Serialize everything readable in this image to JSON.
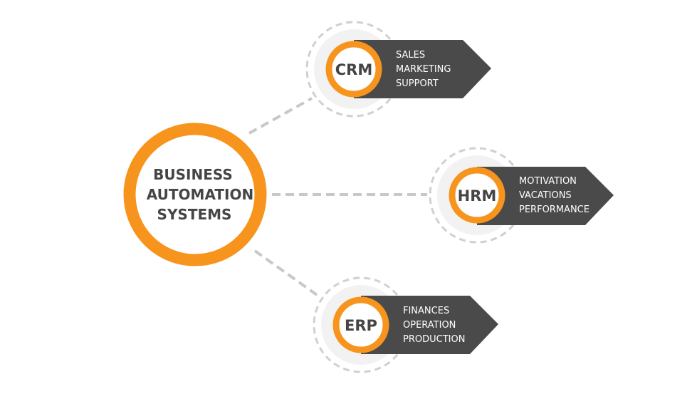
{
  "hub": {
    "lines": [
      "BUSINESS",
      "AUTOMATION",
      "SYSTEMS"
    ]
  },
  "nodes": [
    {
      "label": "CRM",
      "items": [
        "SALES",
        "MARKETING",
        "SUPPORT"
      ]
    },
    {
      "label": "HRM",
      "items": [
        "MOTIVATION",
        "VACATIONS",
        "PERFORMANCE"
      ]
    },
    {
      "label": "ERP",
      "items": [
        "FINANCES",
        "OPERATION",
        "PRODUCTION"
      ]
    }
  ],
  "colors": {
    "accent": "#f7941d",
    "dark": "#4a4a4a",
    "text": "#454545",
    "dash": "#c8c8c8",
    "halo": "#f2f2f2",
    "white": "#ffffff"
  }
}
